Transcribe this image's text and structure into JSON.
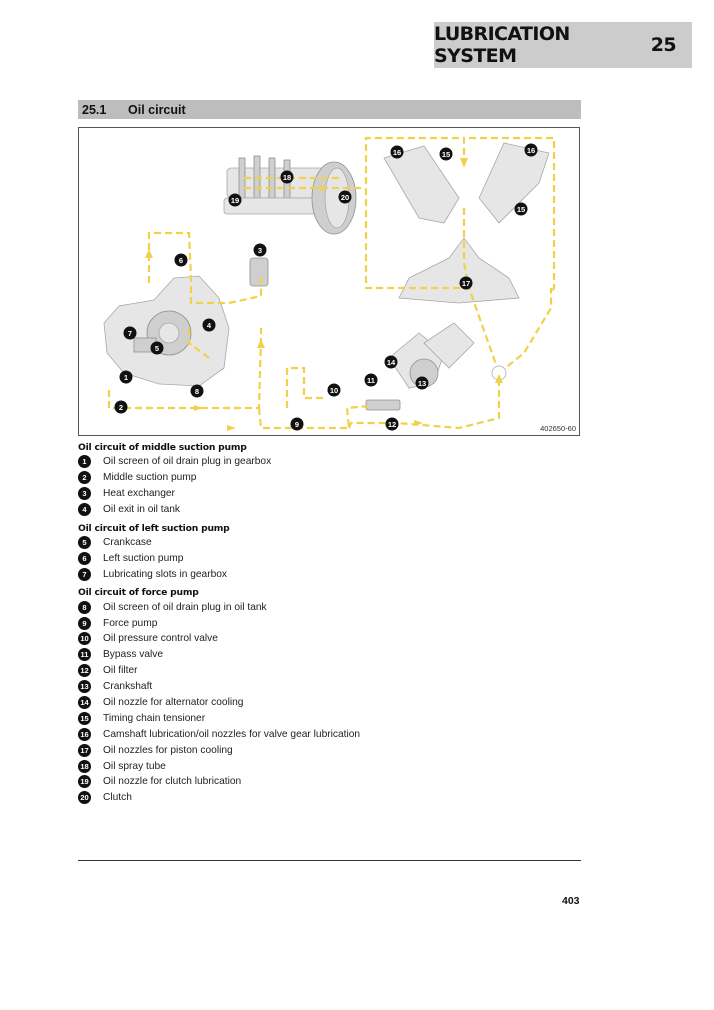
{
  "header": {
    "title": "LUBRICATION SYSTEM",
    "chapter": "25"
  },
  "section": {
    "number": "25.1",
    "title": "Oil circuit"
  },
  "figure": {
    "id": "402650-60"
  },
  "groups": [
    {
      "title": "Oil circuit of middle suction pump",
      "items": [
        {
          "n": "1",
          "label": "Oil screen of oil drain plug in gearbox"
        },
        {
          "n": "2",
          "label": "Middle suction pump"
        },
        {
          "n": "3",
          "label": "Heat exchanger"
        },
        {
          "n": "4",
          "label": "Oil exit in oil tank"
        }
      ]
    },
    {
      "title": "Oil circuit of left suction pump",
      "items": [
        {
          "n": "5",
          "label": "Crankcase"
        },
        {
          "n": "6",
          "label": "Left suction pump"
        },
        {
          "n": "7",
          "label": "Lubricating slots in gearbox"
        }
      ]
    },
    {
      "title": "Oil circuit of force pump",
      "items": [
        {
          "n": "8",
          "label": "Oil screen of oil drain plug in oil tank"
        },
        {
          "n": "9",
          "label": "Force pump"
        },
        {
          "n": "10",
          "label": "Oil pressure control valve"
        },
        {
          "n": "11",
          "label": "Bypass valve"
        },
        {
          "n": "12",
          "label": "Oil filter"
        },
        {
          "n": "13",
          "label": "Crankshaft"
        },
        {
          "n": "14",
          "label": "Oil nozzle for alternator cooling"
        },
        {
          "n": "15",
          "label": "Timing chain tensioner"
        },
        {
          "n": "16",
          "label": "Camshaft lubrication/oil nozzles for valve gear lubrication"
        },
        {
          "n": "17",
          "label": "Oil nozzles for piston cooling"
        },
        {
          "n": "18",
          "label": "Oil spray tube"
        },
        {
          "n": "19",
          "label": "Oil nozzle for clutch lubrication"
        },
        {
          "n": "20",
          "label": "Clutch"
        }
      ]
    }
  ],
  "callouts": [
    "1",
    "2",
    "3",
    "4",
    "5",
    "6",
    "7",
    "8",
    "9",
    "10",
    "11",
    "12",
    "13",
    "14",
    "15",
    "16",
    "16",
    "15",
    "17",
    "18",
    "19",
    "20"
  ],
  "footer": {
    "page_number": "403"
  },
  "colors": {
    "flow": "#f0d24a",
    "header_bg": "#cccccc",
    "section_bg": "#bdbdbd"
  }
}
